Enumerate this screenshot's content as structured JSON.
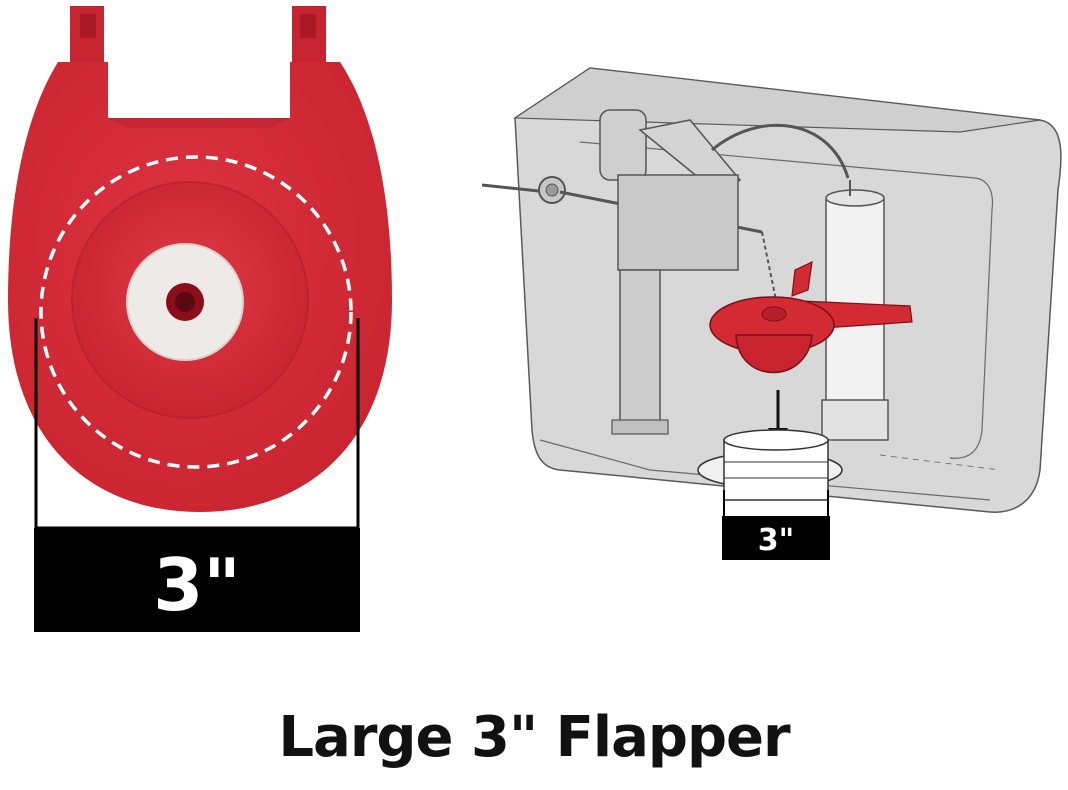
{
  "left_figure": {
    "dimension_label": "3\""
  },
  "right_figure": {
    "dimension_label": "3\""
  },
  "caption": "Large 3\" Flapper",
  "colors": {
    "flapper_red": "#d42a34",
    "flapper_red_dark": "#b81f2a",
    "tank_gray": "#d6d6d6",
    "label_black": "#000000"
  }
}
